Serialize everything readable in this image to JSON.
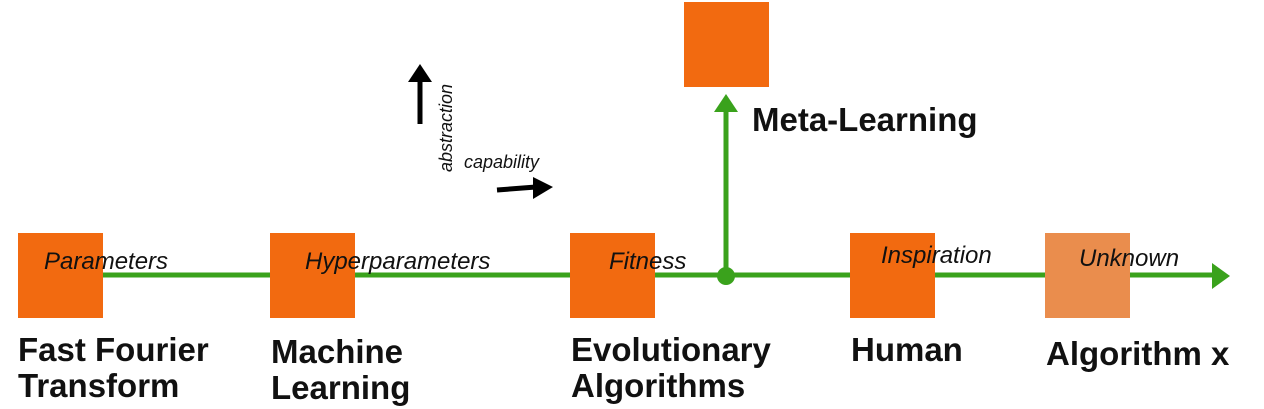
{
  "colors": {
    "node": "#f26a10",
    "node_unknown": "#ea8d4d",
    "connector": "#3aa21c",
    "arrow_black": "#000000",
    "text": "#111111"
  },
  "legend": {
    "vertical_axis_label": "abstraction",
    "horizontal_axis_label": "capability"
  },
  "nodes": [
    {
      "id": "fft",
      "label_lines": [
        "Fast Fourier",
        "Transform"
      ]
    },
    {
      "id": "ml",
      "label_lines": [
        "Machine",
        "Learning"
      ]
    },
    {
      "id": "ea",
      "label_lines": [
        "Evolutionary",
        "Algorithms"
      ]
    },
    {
      "id": "human",
      "label_lines": [
        "Human"
      ]
    },
    {
      "id": "algx",
      "label_lines": [
        "Algorithm x"
      ],
      "style": "unknown"
    },
    {
      "id": "meta",
      "label_lines": [
        "Meta-Learning"
      ]
    }
  ],
  "edge_labels": {
    "fft": "Parameters",
    "ml": "Hyperparameters",
    "ea": "Fitness",
    "human": "Inspiration",
    "algx": "Unknown"
  }
}
